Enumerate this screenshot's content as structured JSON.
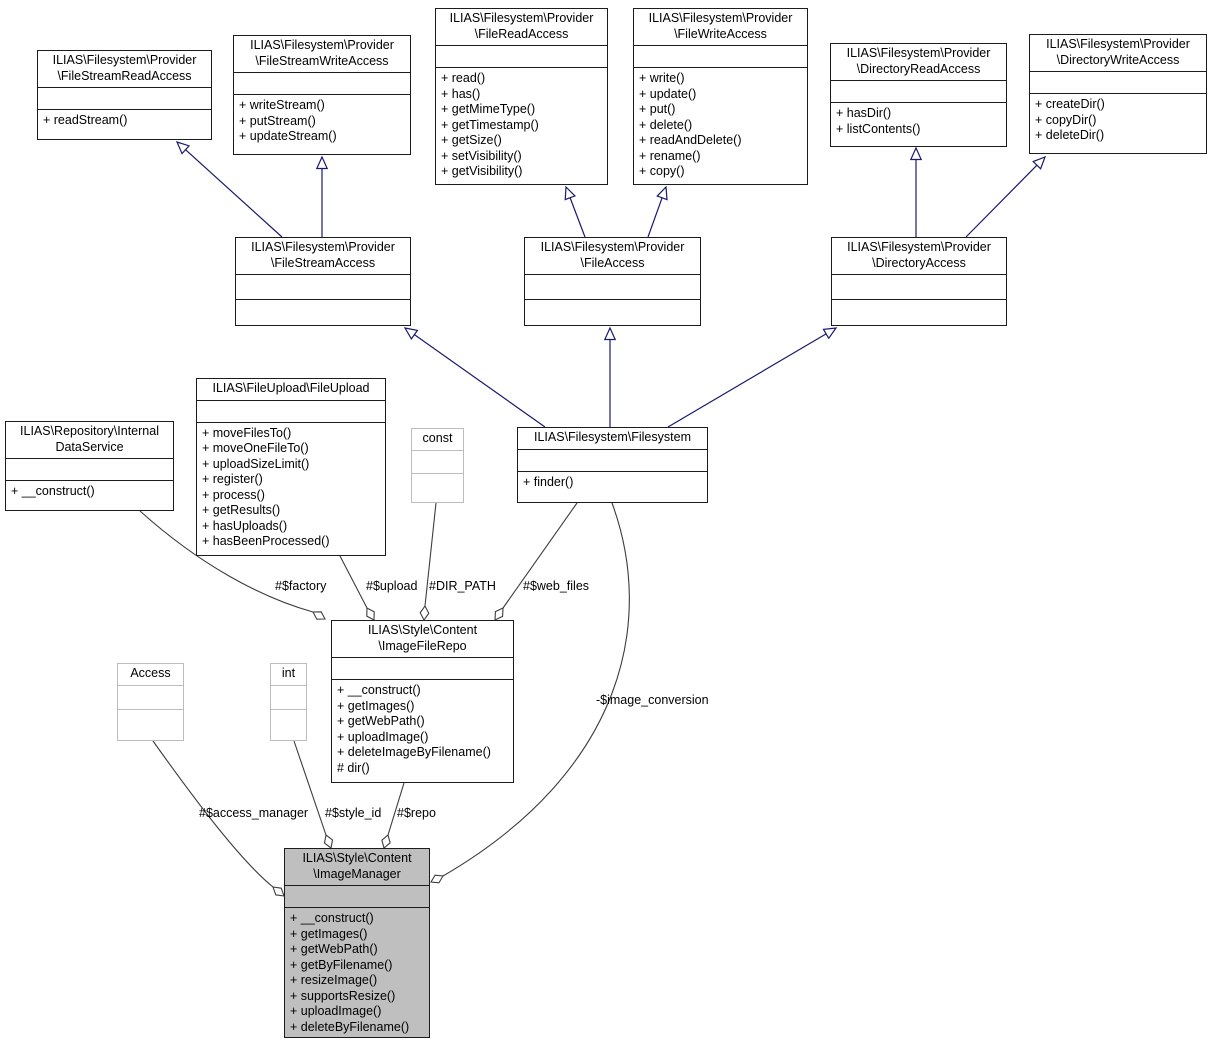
{
  "colors": {
    "inheritance_edge": "#191970",
    "association_edge": "#3c3c3c",
    "highlight_fill": "#bfbfbf",
    "muted_border": "#bdbdbd",
    "box_border": "#1c1c1c",
    "background": "#ffffff"
  },
  "classes": {
    "file_stream_read_access": {
      "title_lines": [
        "ILIAS\\Filesystem\\Provider",
        "\\FileStreamReadAccess"
      ],
      "methods": [
        "+ readStream()"
      ]
    },
    "file_stream_write_access": {
      "title_lines": [
        "ILIAS\\Filesystem\\Provider",
        "\\FileStreamWriteAccess"
      ],
      "methods": [
        "+ writeStream()",
        "+ putStream()",
        "+ updateStream()"
      ]
    },
    "file_read_access": {
      "title_lines": [
        "ILIAS\\Filesystem\\Provider",
        "\\FileReadAccess"
      ],
      "methods": [
        "+ read()",
        "+ has()",
        "+ getMimeType()",
        "+ getTimestamp()",
        "+ getSize()",
        "+ setVisibility()",
        "+ getVisibility()"
      ]
    },
    "file_write_access": {
      "title_lines": [
        "ILIAS\\Filesystem\\Provider",
        "\\FileWriteAccess"
      ],
      "methods": [
        "+ write()",
        "+ update()",
        "+ put()",
        "+ delete()",
        "+ readAndDelete()",
        "+ rename()",
        "+ copy()"
      ]
    },
    "directory_read_access": {
      "title_lines": [
        "ILIAS\\Filesystem\\Provider",
        "\\DirectoryReadAccess"
      ],
      "methods": [
        "+ hasDir()",
        "+ listContents()"
      ]
    },
    "directory_write_access": {
      "title_lines": [
        "ILIAS\\Filesystem\\Provider",
        "\\DirectoryWriteAccess"
      ],
      "methods": [
        "+ createDir()",
        "+ copyDir()",
        "+ deleteDir()"
      ]
    },
    "file_stream_access": {
      "title_lines": [
        "ILIAS\\Filesystem\\Provider",
        "\\FileStreamAccess"
      ],
      "methods": []
    },
    "file_access": {
      "title_lines": [
        "ILIAS\\Filesystem\\Provider",
        "\\FileAccess"
      ],
      "methods": []
    },
    "directory_access": {
      "title_lines": [
        "ILIAS\\Filesystem\\Provider",
        "\\DirectoryAccess"
      ],
      "methods": []
    },
    "internal_data_service": {
      "title_lines": [
        "ILIAS\\Repository\\Internal",
        "DataService"
      ],
      "methods": [
        "+ __construct()"
      ]
    },
    "file_upload": {
      "title_lines": [
        "ILIAS\\FileUpload\\FileUpload"
      ],
      "methods": [
        "+ moveFilesTo()",
        "+ moveOneFileTo()",
        "+ uploadSizeLimit()",
        "+ register()",
        "+ process()",
        "+ getResults()",
        "+ hasUploads()",
        "+ hasBeenProcessed()"
      ]
    },
    "const": {
      "title_lines": [
        "const"
      ],
      "methods": []
    },
    "filesystem": {
      "title_lines": [
        "ILIAS\\Filesystem\\Filesystem"
      ],
      "methods": [
        "+ finder()"
      ]
    },
    "image_file_repo": {
      "title_lines": [
        "ILIAS\\Style\\Content",
        "\\ImageFileRepo"
      ],
      "methods": [
        "+ __construct()",
        "+ getImages()",
        "+ getWebPath()",
        "+ uploadImage()",
        "+ deleteImageByFilename()",
        "# dir()"
      ]
    },
    "access": {
      "title_lines": [
        "Access"
      ],
      "methods": []
    },
    "int": {
      "title_lines": [
        "int"
      ],
      "methods": []
    },
    "image_manager": {
      "title_lines": [
        "ILIAS\\Style\\Content",
        "\\ImageManager"
      ],
      "methods": [
        "+ __construct()",
        "+ getImages()",
        "+ getWebPath()",
        "+ getByFilename()",
        "+ resizeImage()",
        "+ supportsResize()",
        "+ uploadImage()",
        "+ deleteByFilename()"
      ]
    }
  },
  "edge_labels": {
    "factory": "#$factory",
    "upload": "#$upload",
    "dir_path": "#DIR_PATH",
    "web_files": "#$web_files",
    "access_manager": "#$access_manager",
    "style_id": "#$style_id",
    "repo": "#$repo",
    "image_conversion": "-$image_conversion"
  }
}
